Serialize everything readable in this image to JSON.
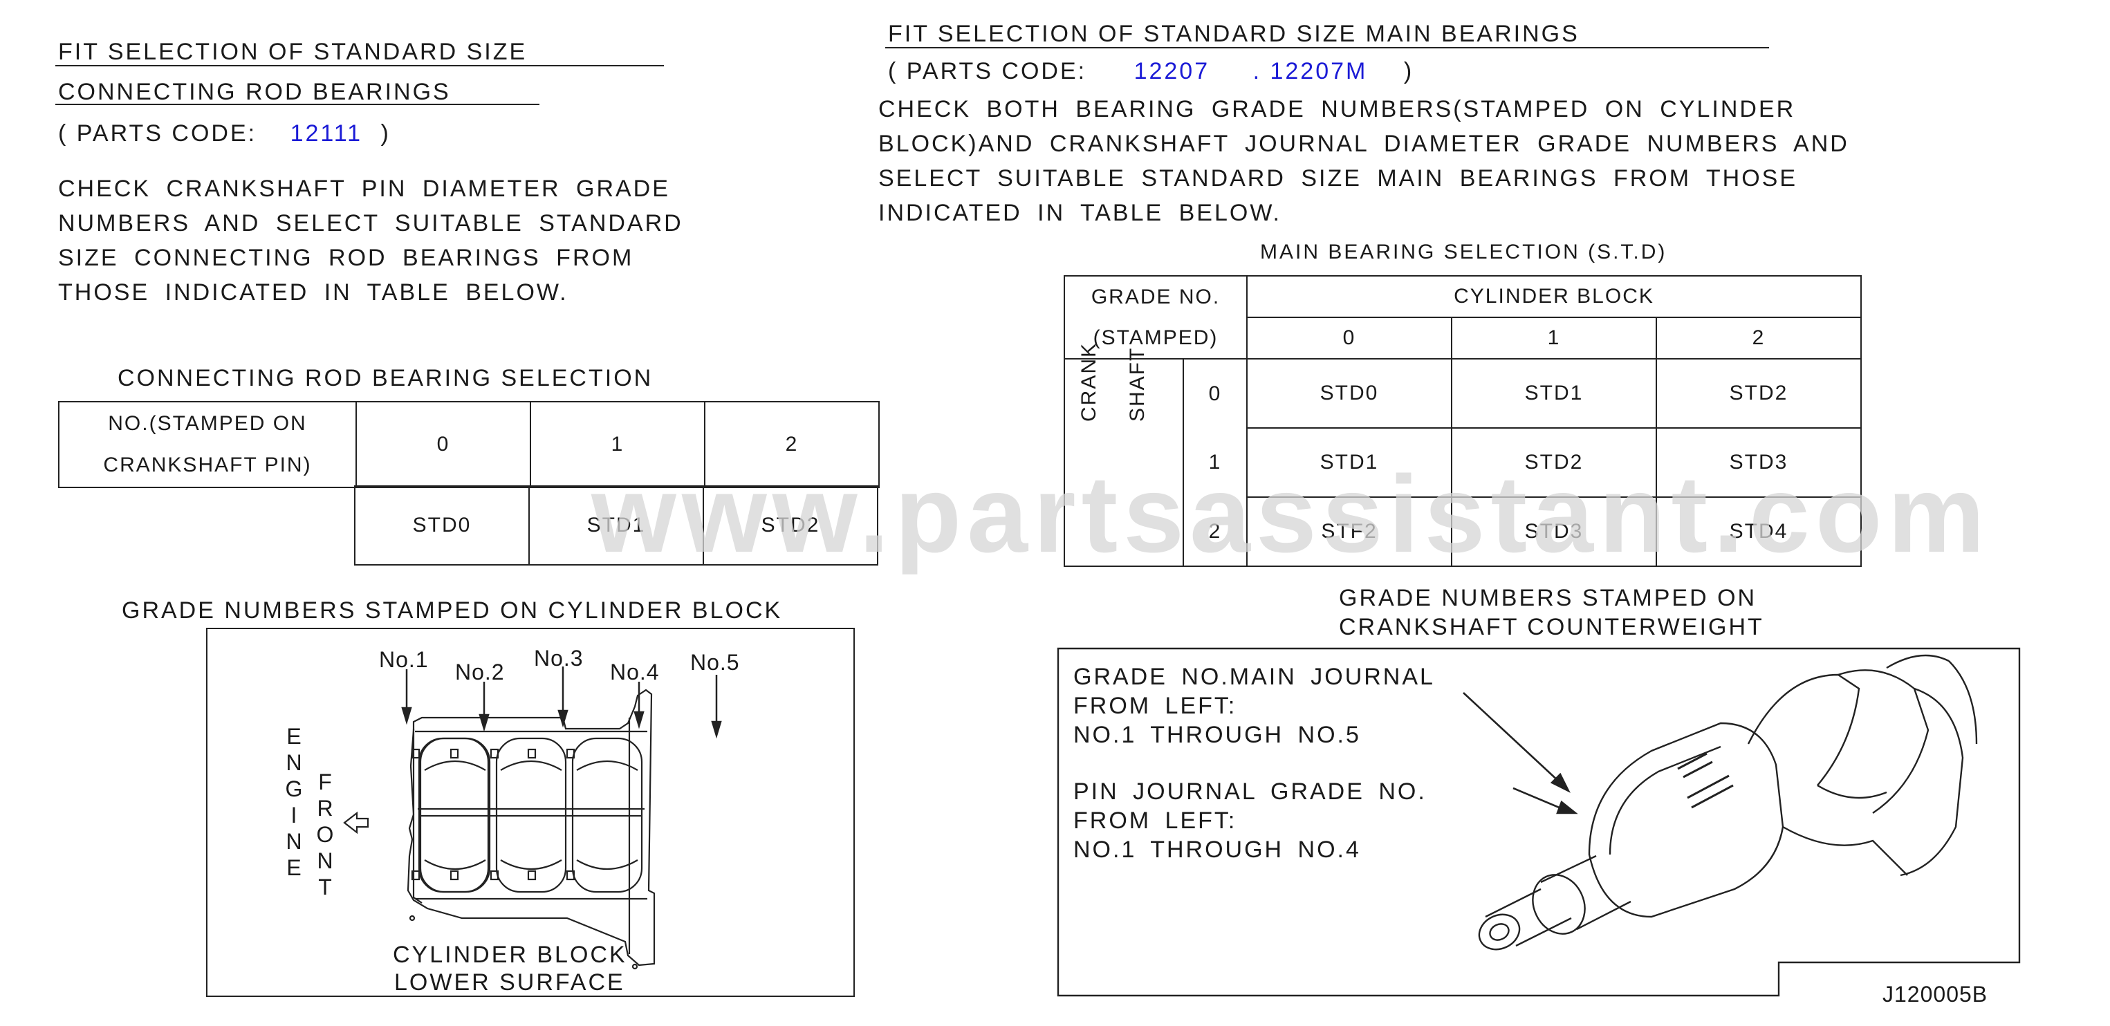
{
  "conrod": {
    "title_line1": "FIT SELECTION OF STANDARD SIZE",
    "title_line2": "CONNECTING ROD BEARINGS",
    "parts_prefix": "( PARTS CODE:",
    "parts_code": "12111",
    "parts_suffix": ")",
    "instruction_lines": [
      "CHECK CRANKSHAFT PIN DIAMETER GRADE",
      "NUMBERS AND SELECT SUITABLE STANDARD",
      "SIZE CONNECTING ROD BEARINGS FROM",
      "THOSE INDICATED IN TABLE BELOW."
    ],
    "table_title": "CONNECTING ROD BEARING SELECTION",
    "header_line1": "NO.(STAMPED ON",
    "header_line2": "CRANKSHAFT PIN)",
    "grades": [
      "0",
      "1",
      "2"
    ],
    "results": [
      "STD0",
      "STD1",
      "STD2"
    ]
  },
  "main": {
    "title": "FIT SELECTION OF STANDARD SIZE MAIN BEARINGS",
    "parts_prefix": "( PARTS CODE:",
    "parts_code_1": "12207",
    "parts_sep": ".",
    "parts_code_2": "12207M",
    "parts_suffix": ")",
    "instruction_lines": [
      "CHECK BOTH BEARING GRADE NUMBERS(STAMPED ON CYLINDER",
      "BLOCK)AND CRANKSHAFT JOURNAL DIAMETER GRADE NUMBERS AND",
      "SELECT SUITABLE STANDARD SIZE MAIN BEARINGS FROM THOSE",
      "INDICATED IN TABLE BELOW."
    ],
    "table_title": "MAIN BEARING SELECTION (S.T.D)",
    "grade_no": "GRADE NO.",
    "stamped": "(STAMPED)",
    "cylinder_block": "CYLINDER BLOCK",
    "crank": "CRANK",
    "shaft": "SHAFT",
    "block_grades": [
      "0",
      "1",
      "2"
    ],
    "rows": [
      {
        "grade": "0",
        "cells": [
          "STD0",
          "STD1",
          "STD2"
        ]
      },
      {
        "grade": "1",
        "cells": [
          "STD1",
          "STD2",
          "STD3"
        ]
      },
      {
        "grade": "2",
        "cells": [
          "STF2",
          "STD3",
          "STD4"
        ]
      }
    ]
  },
  "cyl_block": {
    "title": "GRADE NUMBERS STAMPED ON CYLINDER BLOCK",
    "positions": [
      "No.1",
      "No.2",
      "No.3",
      "No.4",
      "No.5"
    ],
    "engine_letters": [
      "E",
      "N",
      "G",
      "I",
      "N",
      "E"
    ],
    "front_letters": [
      "F",
      "R",
      "O",
      "N",
      "T"
    ],
    "caption_line1": "CYLINDER BLOCK",
    "caption_line2": "LOWER SURFACE"
  },
  "crank_cw": {
    "title_line1": "GRADE NUMBERS STAMPED ON",
    "title_line2": "CRANKSHAFT COUNTERWEIGHT",
    "text_lines_1": [
      "GRADE NO.MAIN JOURNAL",
      "FROM LEFT:",
      "NO.1 THROUGH NO.5"
    ],
    "text_lines_2": [
      "PIN JOURNAL GRADE NO.",
      "FROM LEFT:",
      "NO.1 THROUGH NO.4"
    ]
  },
  "figure_code": "J120005B",
  "watermark": "www.partsassistant.com"
}
